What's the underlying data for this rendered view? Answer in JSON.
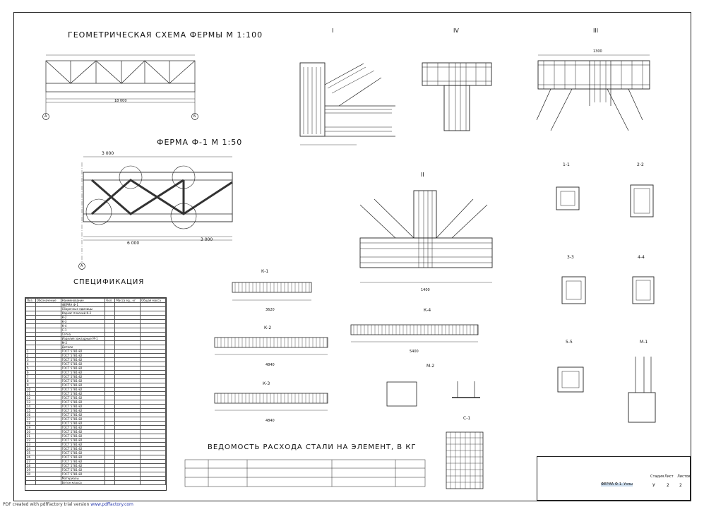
{
  "titles": {
    "geometry": "ГЕОМЕТРИЧЕСКАЯ СХЕМА ФЕРМЫ  М 1:100",
    "truss": "ФЕРМА Ф-1  М 1:50",
    "spec": "СПЕЦИФИКАЦИЯ",
    "steel": "ВЕДОМОСТЬ РАСХОДА СТАЛИ НА ЭЛЕМЕНТ, В КГ"
  },
  "nodes": {
    "I": "I",
    "IV": "IV",
    "III": "III",
    "II": "II"
  },
  "sections": {
    "s11": "1-1",
    "s22": "2-2",
    "s33": "3-3",
    "s44": "4-4",
    "s55": "5-5",
    "m1": "М-1",
    "m2": "М-2",
    "k1": "К-1",
    "k2": "К-2",
    "k3": "К-3",
    "k4": "К-4",
    "c1": "С-1"
  },
  "axes": {
    "a": "А",
    "b": "Б"
  },
  "dims": {
    "geom_total": "18 000",
    "truss_3000a": "3 000",
    "truss_3000b": "3 000",
    "truss_6000": "6 000",
    "node3_1300": "1300",
    "node2_1400": "1400",
    "k1_total": "3620",
    "k2_total": "4840",
    "k3_total": "4840",
    "k4_total": "5400"
  },
  "spec_header": [
    "Поз.",
    "Обозначение",
    "Наименование",
    "Кол.",
    "Масса ед., кг",
    "Общая масса"
  ],
  "spec_rows": [
    [
      "",
      "",
      "ФЕРМА Ф-1",
      "",
      "",
      ""
    ],
    [
      "",
      "",
      "Сборочные единицы",
      "",
      "",
      ""
    ],
    [
      "",
      "",
      "Каркас плоский    К-1",
      "",
      "",
      ""
    ],
    [
      "",
      "",
      "К-2",
      "",
      "",
      ""
    ],
    [
      "",
      "",
      "К-3",
      "",
      "",
      ""
    ],
    [
      "",
      "",
      "К-4",
      "",
      "",
      ""
    ],
    [
      "",
      "",
      "С-1",
      "",
      "",
      ""
    ],
    [
      "",
      "",
      "Сетка",
      "",
      "",
      ""
    ],
    [
      "",
      "",
      "Изделия закладные  М-1",
      "",
      "",
      ""
    ],
    [
      "",
      "",
      "М-2",
      "",
      "",
      ""
    ],
    [
      "",
      "",
      "Детали",
      "",
      "",
      ""
    ],
    [
      "1",
      "",
      "ГОСТ 5781-82",
      "",
      "",
      ""
    ],
    [
      "2",
      "",
      "ГОСТ 5781-82",
      "",
      "",
      ""
    ],
    [
      "3",
      "",
      "ГОСТ 5781-82",
      "",
      "",
      ""
    ],
    [
      "4",
      "",
      "ГОСТ 5781-82",
      "",
      "",
      ""
    ],
    [
      "5",
      "",
      "ГОСТ 5781-82",
      "",
      "",
      ""
    ],
    [
      "6",
      "",
      "ГОСТ 5781-82",
      "",
      "",
      ""
    ],
    [
      "7",
      "",
      "ГОСТ 5781-82",
      "",
      "",
      ""
    ],
    [
      "8",
      "",
      "ГОСТ 5781-82",
      "",
      "",
      ""
    ],
    [
      "9",
      "",
      "ГОСТ 5781-82",
      "",
      "",
      ""
    ],
    [
      "10",
      "",
      "ГОСТ 5781-82",
      "",
      "",
      ""
    ],
    [
      "11",
      "",
      "ГОСТ 5781-82",
      "",
      "",
      ""
    ],
    [
      "12",
      "",
      "ГОСТ 5781-82",
      "",
      "",
      ""
    ],
    [
      "13",
      "",
      "ГОСТ 5781-82",
      "",
      "",
      ""
    ],
    [
      "14",
      "",
      "ГОСТ 5781-82",
      "",
      "",
      ""
    ],
    [
      "15",
      "",
      "ГОСТ 5781-82",
      "",
      "",
      ""
    ],
    [
      "16",
      "",
      "ГОСТ 5781-82",
      "",
      "",
      ""
    ],
    [
      "17",
      "",
      "ГОСТ 5781-82",
      "",
      "",
      ""
    ],
    [
      "18",
      "",
      "ГОСТ 5781-82",
      "",
      "",
      ""
    ],
    [
      "19",
      "",
      "ГОСТ 5781-82",
      "",
      "",
      ""
    ],
    [
      "20",
      "",
      "ГОСТ 5781-82",
      "",
      "",
      ""
    ],
    [
      "21",
      "",
      "ГОСТ 5781-82",
      "",
      "",
      ""
    ],
    [
      "22",
      "",
      "ГОСТ 5781-82",
      "",
      "",
      ""
    ],
    [
      "23",
      "",
      "ГОСТ 5781-82",
      "",
      "",
      ""
    ],
    [
      "24",
      "",
      "ГОСТ 5781-82",
      "",
      "",
      ""
    ],
    [
      "25",
      "",
      "ГОСТ 5781-82",
      "",
      "",
      ""
    ],
    [
      "26",
      "",
      "ГОСТ 5781-82",
      "",
      "",
      ""
    ],
    [
      "27",
      "",
      "ГОСТ 5781-82",
      "",
      "",
      ""
    ],
    [
      "28",
      "",
      "ГОСТ 5781-82",
      "",
      "",
      ""
    ],
    [
      "29",
      "",
      "ГОСТ 5781-82",
      "",
      "",
      ""
    ],
    [
      "30",
      "",
      "ГОСТ 5781-82",
      "",
      "",
      ""
    ],
    [
      "",
      "",
      "Материалы",
      "",
      "",
      ""
    ],
    [
      "",
      "",
      "Бетон класса",
      "",
      "",
      ""
    ]
  ],
  "stamp": {
    "title": "ФЕРМА Ф-1. Узлы",
    "sheet_label": "Стадия",
    "sheet_no_label": "Лист",
    "sheets_label": "Листов",
    "stage": "У",
    "sheet": "2",
    "sheets": "2"
  },
  "footer": {
    "prefix": "PDF created with pdfFactory trial version",
    "link": "www.pdffactory.com"
  }
}
